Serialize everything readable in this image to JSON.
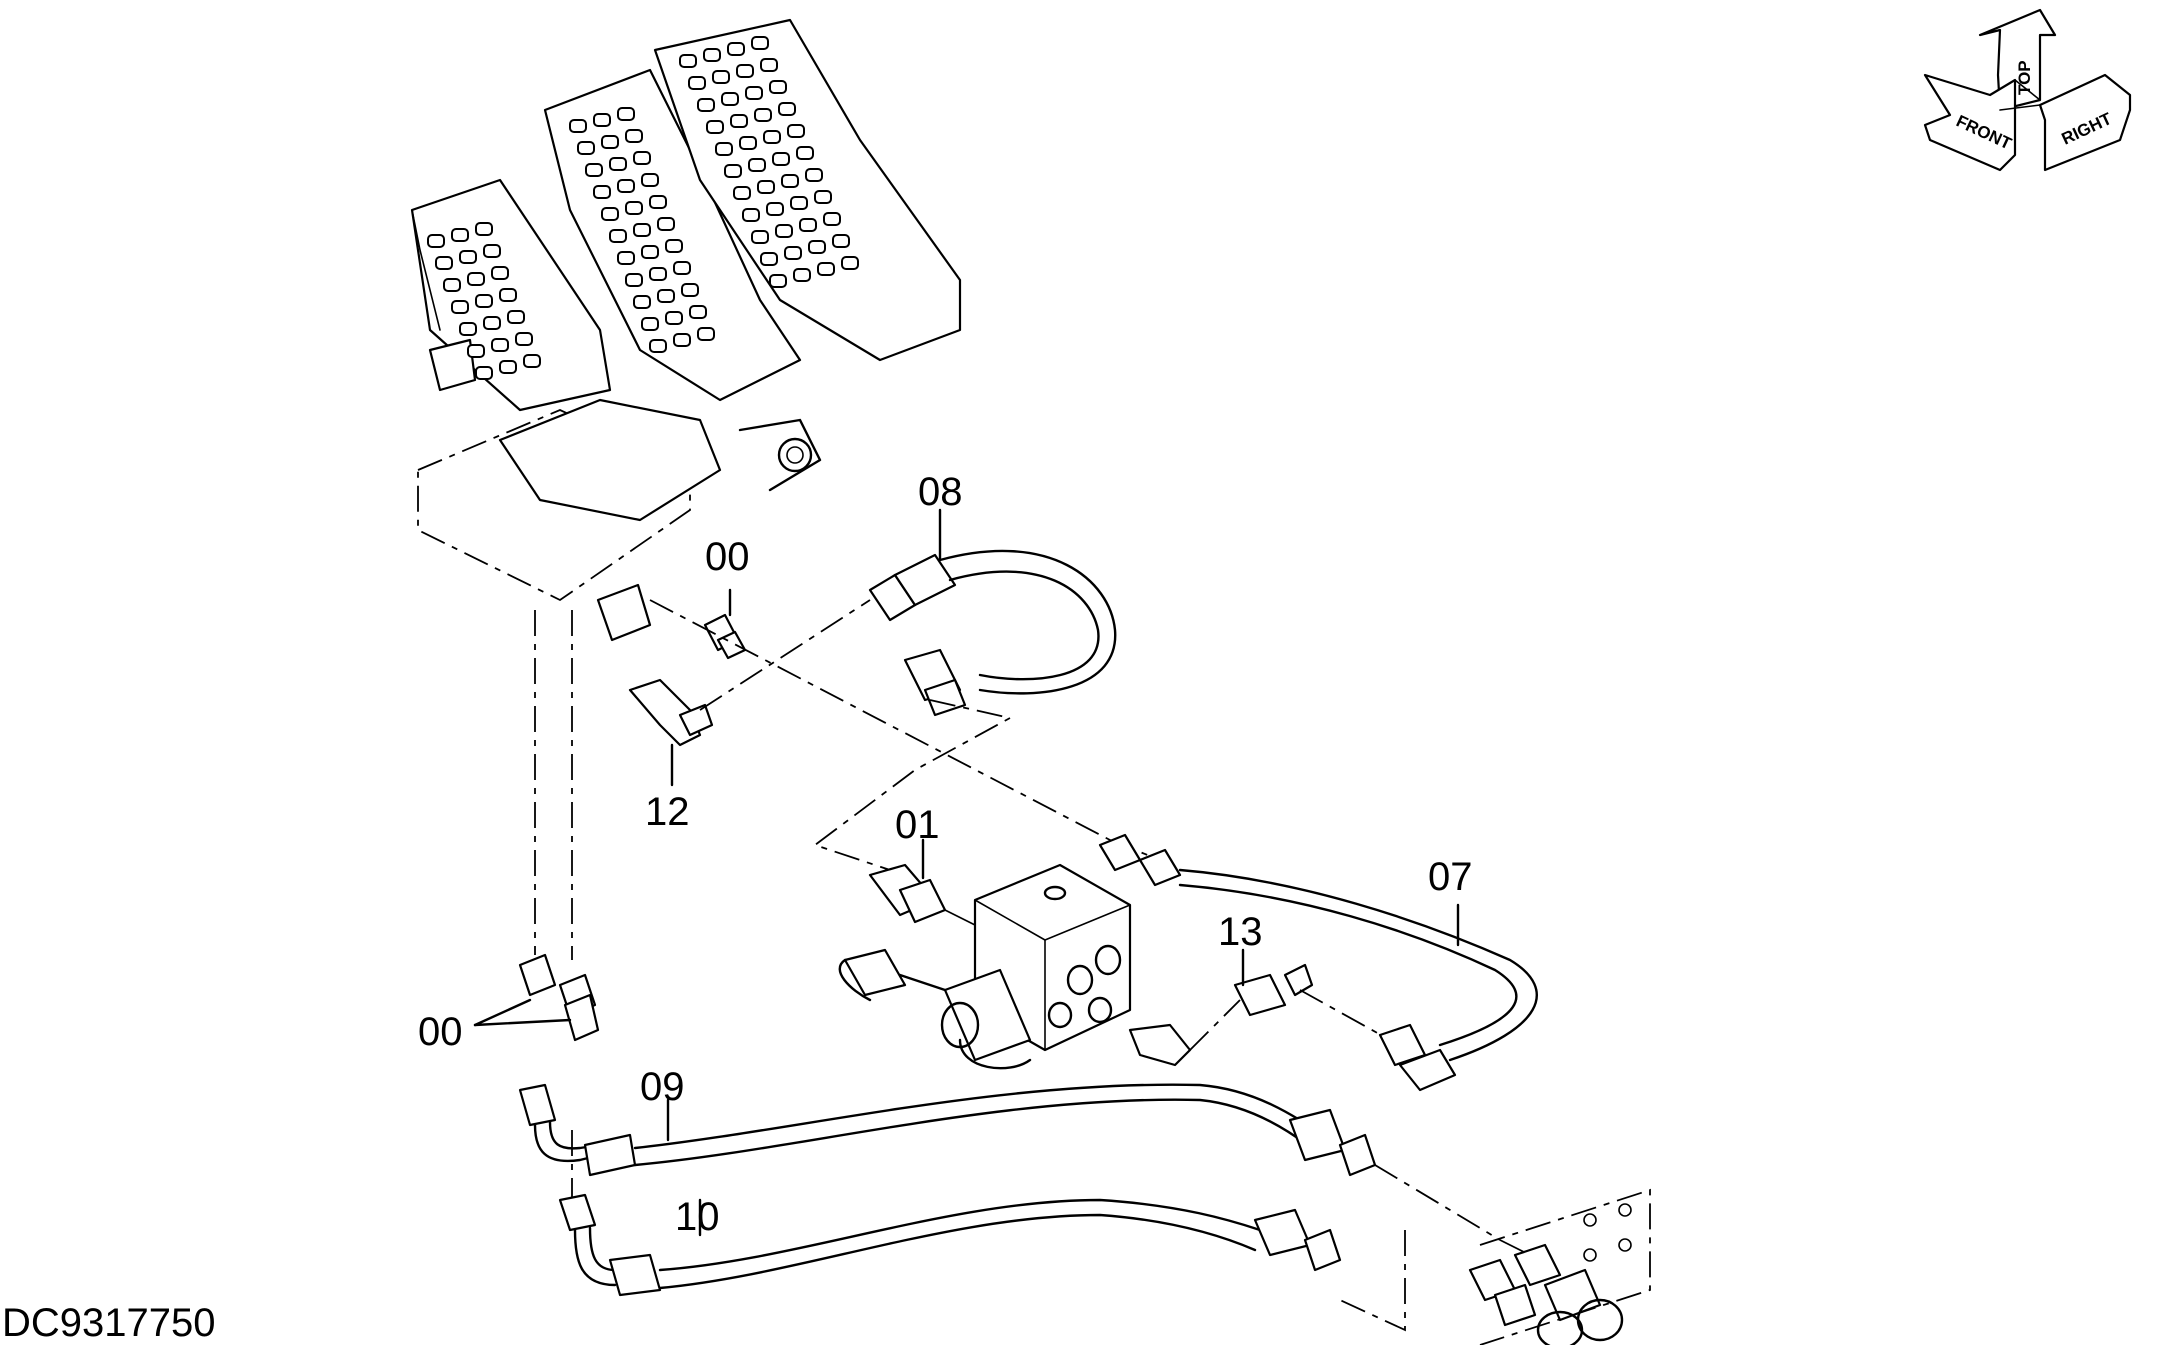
{
  "drawing_id": "DC9317750",
  "callouts": [
    {
      "id": "c08",
      "text": "08"
    },
    {
      "id": "c00a",
      "text": "00"
    },
    {
      "id": "c12",
      "text": "12"
    },
    {
      "id": "c01",
      "text": "01"
    },
    {
      "id": "c07",
      "text": "07"
    },
    {
      "id": "c13",
      "text": "13"
    },
    {
      "id": "c00b",
      "text": "00"
    },
    {
      "id": "c09",
      "text": "09"
    },
    {
      "id": "c10",
      "text": "10"
    }
  ],
  "orientation_cube": {
    "top": "TOP",
    "front": "FRONT",
    "right": "RIGHT"
  }
}
